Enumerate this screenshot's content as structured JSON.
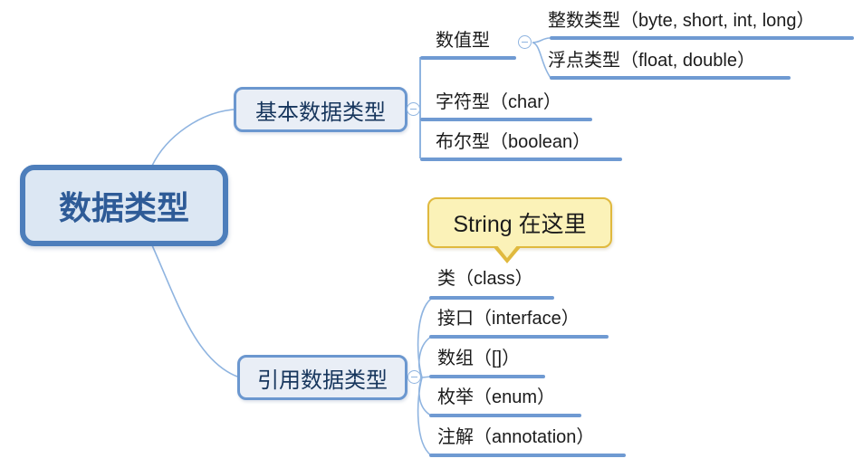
{
  "diagram": {
    "root": {
      "label": "数据类型"
    },
    "branches": [
      {
        "label": "基本数据类型",
        "collapse_icon": "minus-circle-icon",
        "children": [
          {
            "label": "数值型",
            "collapse_icon": "minus-circle-icon",
            "children": [
              {
                "label": "整数类型（byte, short, int, long）"
              },
              {
                "label": "浮点类型（float, double）"
              }
            ]
          },
          {
            "label": "字符型（char）"
          },
          {
            "label": "布尔型（boolean）"
          }
        ]
      },
      {
        "label": "引用数据类型",
        "collapse_icon": "minus-circle-icon",
        "children": [
          {
            "label": "类（class）"
          },
          {
            "label": "接口（interface）"
          },
          {
            "label": "数组（[]）"
          },
          {
            "label": "枚举（enum）"
          },
          {
            "label": "注解（annotation）"
          }
        ]
      }
    ],
    "callout": {
      "label": "String 在这里"
    }
  },
  "colors": {
    "root_border": "#4d7ebb",
    "root_fill": "#dce7f3",
    "root_text": "#2e5b97",
    "branch_border": "#6b97cf",
    "branch_fill": "#e9eef6",
    "branch_text": "#17365d",
    "leaf_text": "#1b1b1b",
    "underline_blue": "#6f9ad2",
    "connector_blue": "#8fb4e0",
    "callout_fill": "#fbf2b8",
    "callout_border": "#e0b93e"
  }
}
